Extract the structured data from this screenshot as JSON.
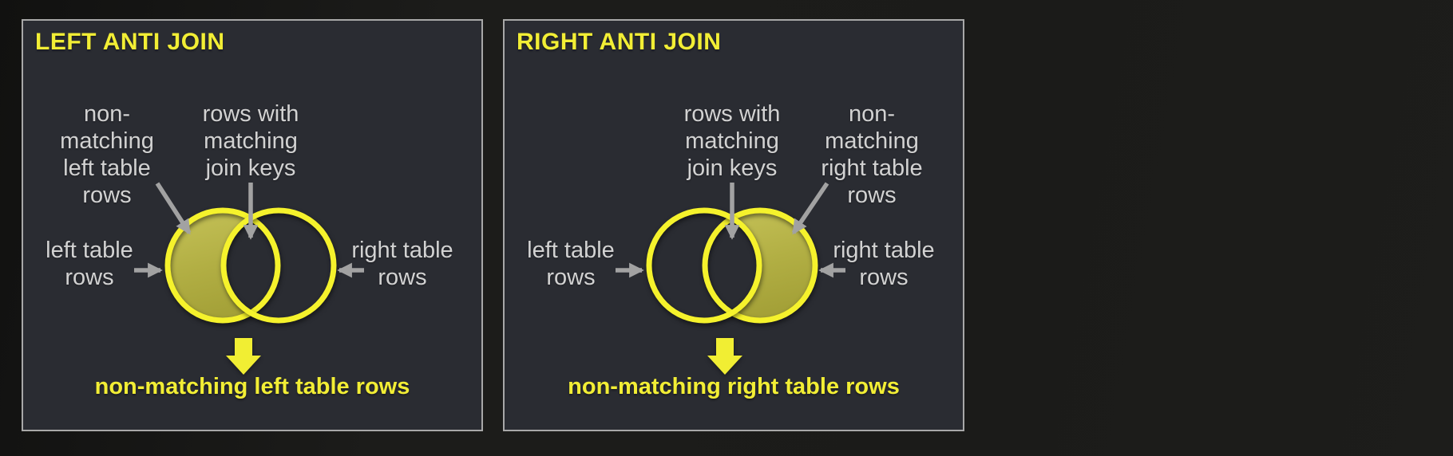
{
  "panels": [
    {
      "title": "LEFT ANTI JOIN",
      "result_caption": "non-matching left table rows",
      "venn": {
        "shaded_region": "left",
        "label_nonmatching_lines": [
          "non-",
          "matching",
          "left table",
          "rows"
        ],
        "label_matching_lines": [
          "rows with",
          "matching",
          "join keys"
        ],
        "label_left_circle_lines": [
          "left table",
          "rows"
        ],
        "label_right_circle_lines": [
          "right table",
          "rows"
        ]
      }
    },
    {
      "title": "RIGHT ANTI JOIN",
      "result_caption": "non-matching right table rows",
      "venn": {
        "shaded_region": "right",
        "label_nonmatching_lines": [
          "non-",
          "matching",
          "right table",
          "rows"
        ],
        "label_matching_lines": [
          "rows with",
          "matching",
          "join keys"
        ],
        "label_left_circle_lines": [
          "left table",
          "rows"
        ],
        "label_right_circle_lines": [
          "right table",
          "rows"
        ]
      }
    }
  ],
  "colors": {
    "page_bg": "#1b1b19",
    "panel_bg": "#2a2c32",
    "panel_border": "#a8a8a8",
    "title_yellow": "#f2ee35",
    "circle_stroke": "#f5f22c",
    "shaded_fill": "#b5b243",
    "label_gray": "#d2d2d2",
    "arrow_gray": "#a2a2a2"
  }
}
